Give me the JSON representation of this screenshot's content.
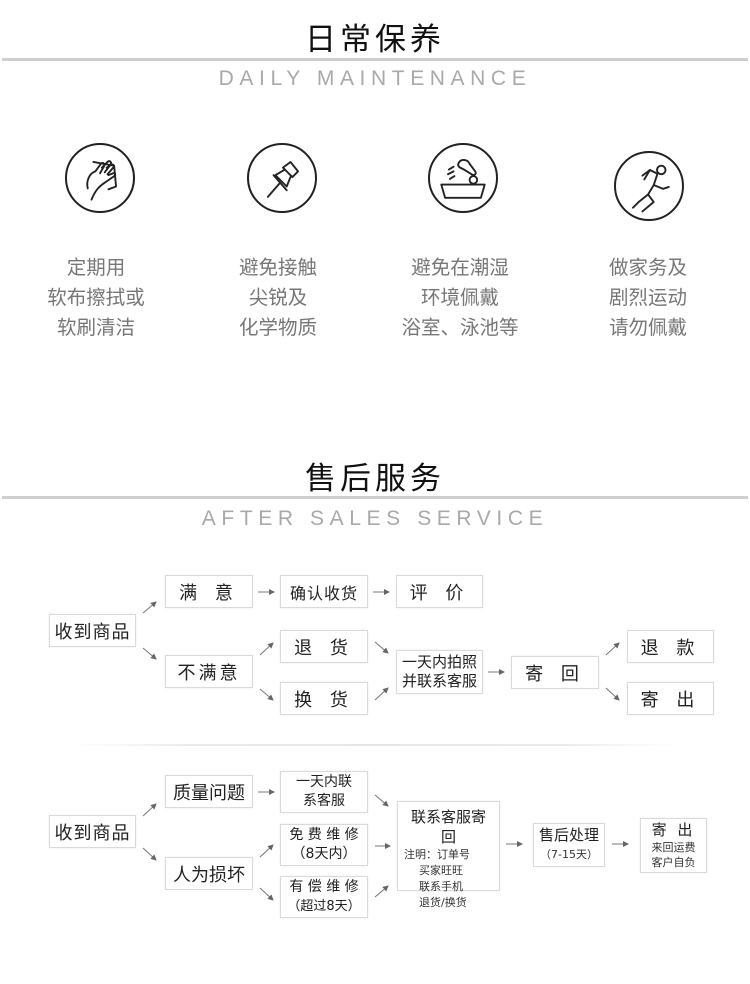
{
  "daily_maintenance": {
    "title": "日常保养",
    "subtitle": "DAILY MAINTENANCE",
    "items": [
      {
        "icon": "wiping-hand-icon",
        "lines": [
          "定期用",
          "软布擦拭或",
          "软刷清洁"
        ]
      },
      {
        "icon": "pushpin-icon",
        "lines": [
          "避免接触",
          "尖锐及",
          "化学物质"
        ]
      },
      {
        "icon": "shower-bath-icon",
        "lines": [
          "避免在潮湿",
          "环境佩戴",
          "浴室、泳池等"
        ]
      },
      {
        "icon": "running-person-icon",
        "lines": [
          "做家务及",
          "剧烈运动",
          "请勿佩戴"
        ]
      }
    ]
  },
  "after_sales": {
    "title": "售后服务",
    "subtitle": "AFTER SALES SERVICE",
    "flow1": {
      "received": "收到商品",
      "satisfied": "满 意",
      "confirm_receipt": "确认收货",
      "review": "评 价",
      "unsatisfied": "不满意",
      "return_goods": "退 货",
      "exchange_goods": "换 货",
      "photo_contact": [
        "一天内拍照",
        "并联系客服"
      ],
      "send_back": "寄 回",
      "refund": "退 款",
      "ship_out": "寄 出"
    },
    "flow2": {
      "received": "收到商品",
      "quality_issue": "质量问题",
      "contact_within_day": [
        "一天内联",
        "系客服"
      ],
      "human_damage": "人为损坏",
      "free_repair": [
        "免 费 维 修",
        "（8天内）"
      ],
      "paid_repair": [
        "有 偿 维 修",
        "（超过8天）"
      ],
      "contact_send_back": {
        "title": "联系客服寄回",
        "note_label": "注明：订单号",
        "lines": [
          "买家旺旺",
          "联系手机",
          "退货/换货"
        ]
      },
      "after_sales_processing": [
        "售后处理",
        "（7-15天）"
      ],
      "ship_out": {
        "title": "寄 出",
        "lines": [
          "来回运费",
          "客户自负"
        ]
      }
    }
  }
}
